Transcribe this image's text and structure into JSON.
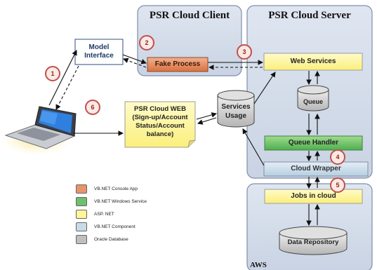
{
  "titles": {
    "client": "PSR Cloud Client",
    "server": "PSR Cloud Server",
    "aws": "AWS"
  },
  "boxes": {
    "model_interface": "Model\nInterface",
    "fake_process": "Fake Process",
    "web_services": "Web Services",
    "queue": "Queue",
    "queue_handler": "Queue Handler",
    "cloud_wrapper": "Cloud Wrapper",
    "jobs_in_cloud": "Jobs in cloud",
    "data_repository": "Data Repository",
    "services_usage": "Services\nUsage",
    "psr_cloud_web": "PSR Cloud WEB\n(Sign-up/Account\nStatus/Account\nbalance)"
  },
  "steps": [
    "1",
    "2",
    "3",
    "4",
    "5",
    "6"
  ],
  "legend": [
    {
      "label": "VB.NET Console App",
      "color": "#e8946a"
    },
    {
      "label": "VB.NET  Windows Service",
      "color": "#6fbf6f"
    },
    {
      "label": "ASP. NET",
      "color": "#fff59a"
    },
    {
      "label": "VB.NET Component",
      "color": "#c8dbe8"
    },
    {
      "label": "Oracle Database",
      "color": "#bfbfbf"
    }
  ],
  "colors": {
    "container_fill": "#d9e0ec",
    "container_stroke": "#7f8fa6",
    "step_ring": "#c0504d"
  }
}
